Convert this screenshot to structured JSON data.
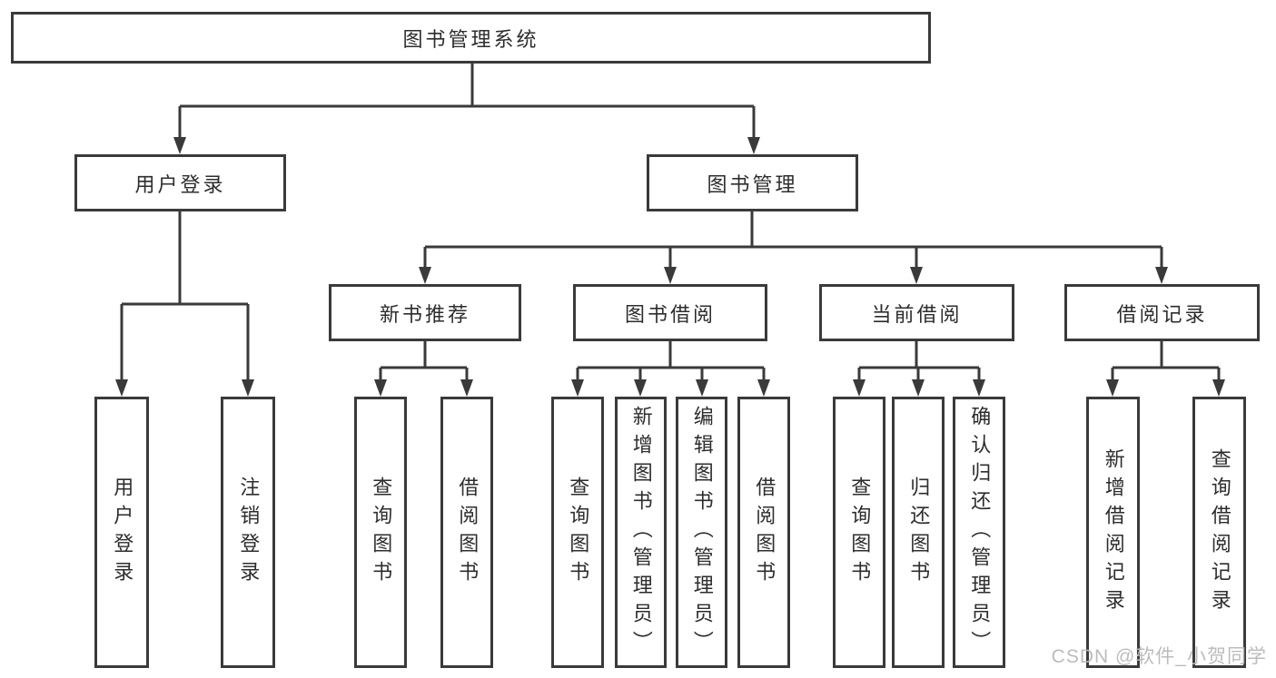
{
  "tree": {
    "label": "图书管理系统",
    "children": [
      {
        "label": "用户登录",
        "children": [
          {
            "label": "用户登录"
          },
          {
            "label": "注销登录"
          }
        ]
      },
      {
        "label": "图书管理",
        "children": [
          {
            "label": "新书推荐",
            "children": [
              {
                "label": "查询图书"
              },
              {
                "label": "借阅图书"
              }
            ]
          },
          {
            "label": "图书借阅",
            "children": [
              {
                "label": "查询图书"
              },
              {
                "label": "新增图书（管理员）"
              },
              {
                "label": "编辑图书（管理员）"
              },
              {
                "label": "借阅图书"
              }
            ]
          },
          {
            "label": "当前借阅",
            "children": [
              {
                "label": "查询图书"
              },
              {
                "label": "归还图书"
              },
              {
                "label": "确认归还（管理员）"
              }
            ]
          },
          {
            "label": "借阅记录",
            "children": [
              {
                "label": "新增借阅记录"
              },
              {
                "label": "查询借阅记录"
              }
            ]
          }
        ]
      }
    ]
  },
  "watermark": {
    "text": "CSDN @软件_小贺同学"
  },
  "colors": {
    "line": "#3a3a3a",
    "text": "#2d2d2d",
    "watermark": "#b8b8b8",
    "background": "#ffffff"
  }
}
